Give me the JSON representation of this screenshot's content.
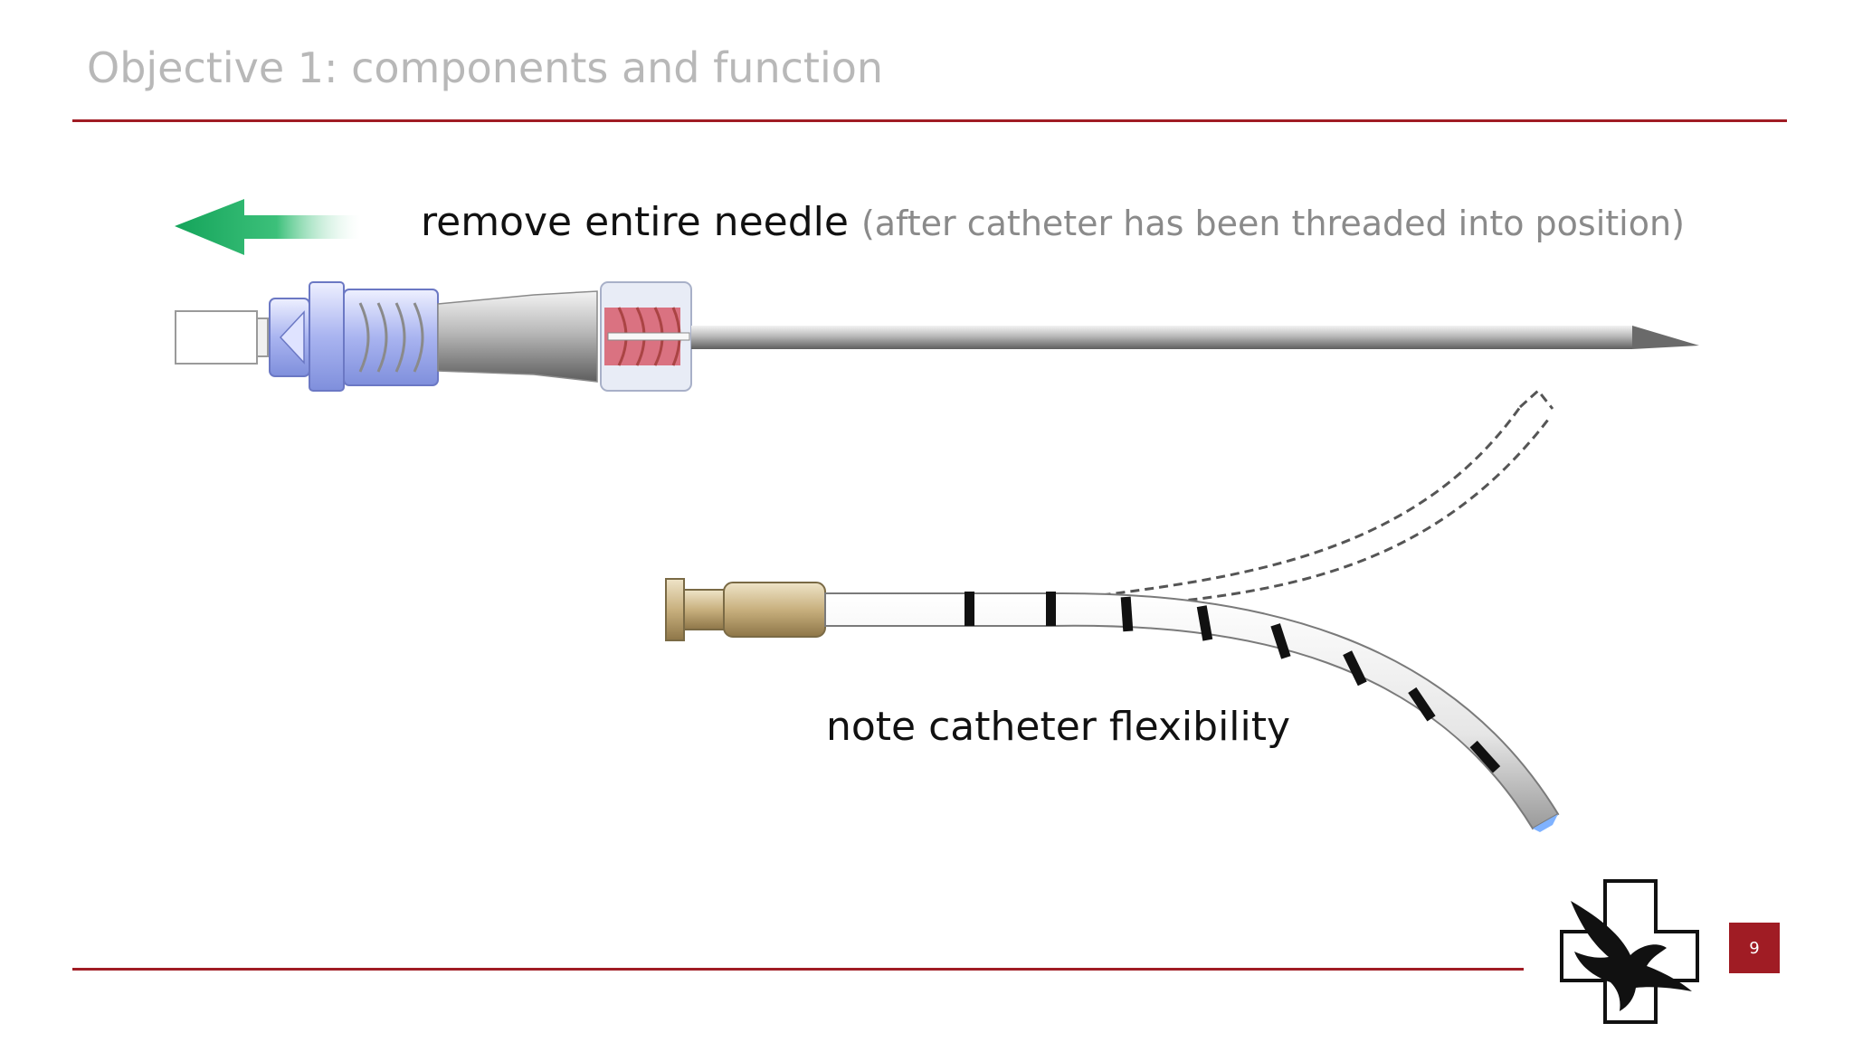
{
  "slide": {
    "title": "Objective 1: components and function",
    "caption_main": "remove entire needle",
    "caption_sub": "(after catheter has been threaded into position)",
    "caption_note": "note catheter flexibility",
    "page_number": "9"
  },
  "colors": {
    "accent": "#a01c24",
    "title_gray": "#b8b8b8",
    "arrow_green": "#1fae5b",
    "hub_blue": "#8f9fe6",
    "hub_tan": "#c7b285"
  }
}
